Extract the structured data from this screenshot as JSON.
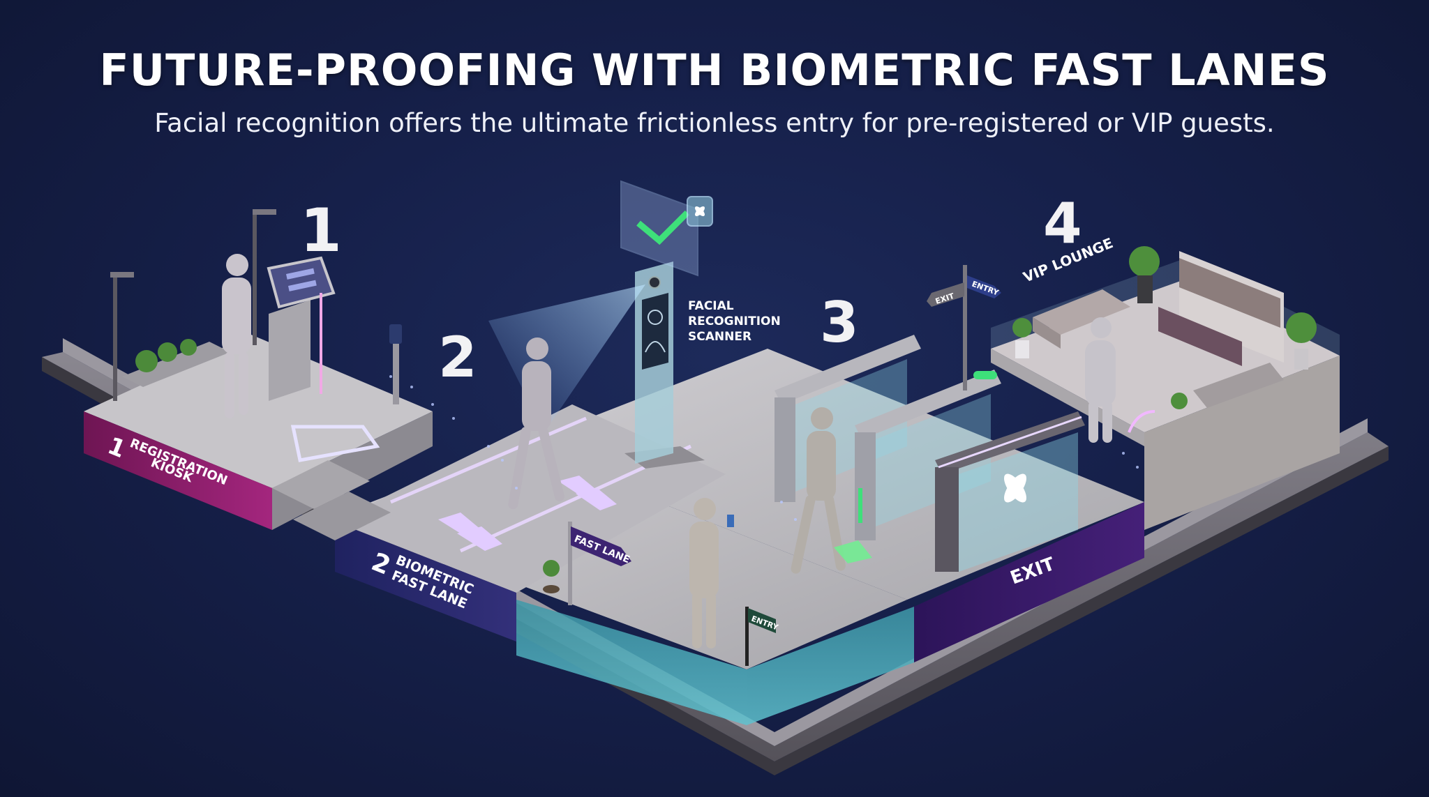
{
  "header": {
    "title": "FUTURE-PROOFING WITH BIOMETRIC FAST LANES",
    "subtitle": "Facial recognition offers the ultimate frictionless entry for pre-registered or VIP guests."
  },
  "stages": [
    {
      "number": "1",
      "label_line1": "REGISTRATION",
      "label_line2": "KIOSK",
      "color": "#8a1f6a"
    },
    {
      "number": "2",
      "label_line1": "BIOMETRIC",
      "label_line2": "FAST LANE",
      "color": "#2a2a6e"
    },
    {
      "number": "3",
      "label_line1": "FACIAL",
      "label_line2": "RECOGNITION",
      "label_line3": "SCANNER"
    },
    {
      "number": "4",
      "label_line1": "VIP LOUNGE"
    }
  ],
  "floating_numbers": [
    "1",
    "2",
    "3",
    "4"
  ],
  "signs": {
    "fast_lane": "FAST LANE",
    "entry_post": "ENTRY",
    "signpost_exit": "EXIT",
    "signpost_entry": "ENTRY",
    "exit_panel": "EXIT"
  },
  "colors": {
    "background": "#16204a",
    "stage1_accent": "#c0399a",
    "stage2_accent": "#3b3b8f",
    "exit_accent": "#3a1a6e",
    "glass_teal": "#4fb6c4",
    "check_green": "#3ee07a",
    "floor": "#bdbcc0"
  },
  "icons": [
    "checkmark-icon",
    "flower-logo-icon",
    "face-scan-icon",
    "chevron-arrows-icon",
    "curved-arrow-icon"
  ]
}
